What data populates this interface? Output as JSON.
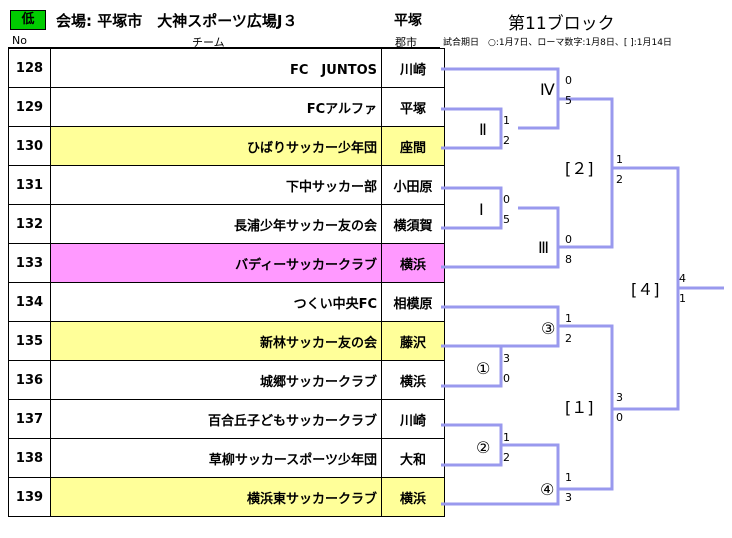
{
  "header": {
    "badge": "低",
    "venue": "会場: 平塚市　大神スポーツ広場J３",
    "host_city": "平塚",
    "block": "第11ブロック",
    "col_no": "No",
    "col_team": "チーム",
    "col_city": "郡市",
    "note": "試合期日　○:1月7日、ローマ数字:1月8日、[ ]:1月14日"
  },
  "teams": [
    {
      "no": "128",
      "name": "FC　JUNTOS",
      "city": "川崎",
      "hl": ""
    },
    {
      "no": "129",
      "name": "FCアルファ",
      "city": "平塚",
      "hl": ""
    },
    {
      "no": "130",
      "name": "ひばりサッカー少年団",
      "city": "座間",
      "hl": "yellow"
    },
    {
      "no": "131",
      "name": "下中サッカー部",
      "city": "小田原",
      "hl": ""
    },
    {
      "no": "132",
      "name": "長浦少年サッカー友の会",
      "city": "横須賀",
      "hl": ""
    },
    {
      "no": "133",
      "name": "バディーサッカークラブ",
      "city": "横浜",
      "hl": "pink"
    },
    {
      "no": "134",
      "name": "つくい中央FC",
      "city": "相模原",
      "hl": ""
    },
    {
      "no": "135",
      "name": "新林サッカー友の会",
      "city": "藤沢",
      "hl": "yellow"
    },
    {
      "no": "136",
      "name": "城郷サッカークラブ",
      "city": "横浜",
      "hl": ""
    },
    {
      "no": "137",
      "name": "百合丘子どもサッカークラブ",
      "city": "川崎",
      "hl": ""
    },
    {
      "no": "138",
      "name": "草柳サッカースポーツ少年団",
      "city": "大和",
      "hl": ""
    },
    {
      "no": "139",
      "name": "横浜東サッカークラブ",
      "city": "横浜",
      "hl": "yellow"
    }
  ],
  "matches": [
    {
      "label": "Ⅳ",
      "top": "0",
      "bottom": "5"
    },
    {
      "label": "Ⅱ",
      "top": "1",
      "bottom": "2"
    },
    {
      "label": "Ⅰ",
      "top": "0",
      "bottom": "5"
    },
    {
      "label": "Ⅲ",
      "top": "0",
      "bottom": "8"
    },
    {
      "label": "[２]",
      "top": "1",
      "bottom": "2"
    },
    {
      "label": "③",
      "top": "1",
      "bottom": "2"
    },
    {
      "label": "①",
      "top": "3",
      "bottom": "0"
    },
    {
      "label": "②",
      "top": "1",
      "bottom": "2"
    },
    {
      "label": "④",
      "top": "1",
      "bottom": "3"
    },
    {
      "label": "[１]",
      "top": "3",
      "bottom": "0"
    },
    {
      "label": "[４]",
      "top": "4",
      "bottom": "1"
    }
  ]
}
